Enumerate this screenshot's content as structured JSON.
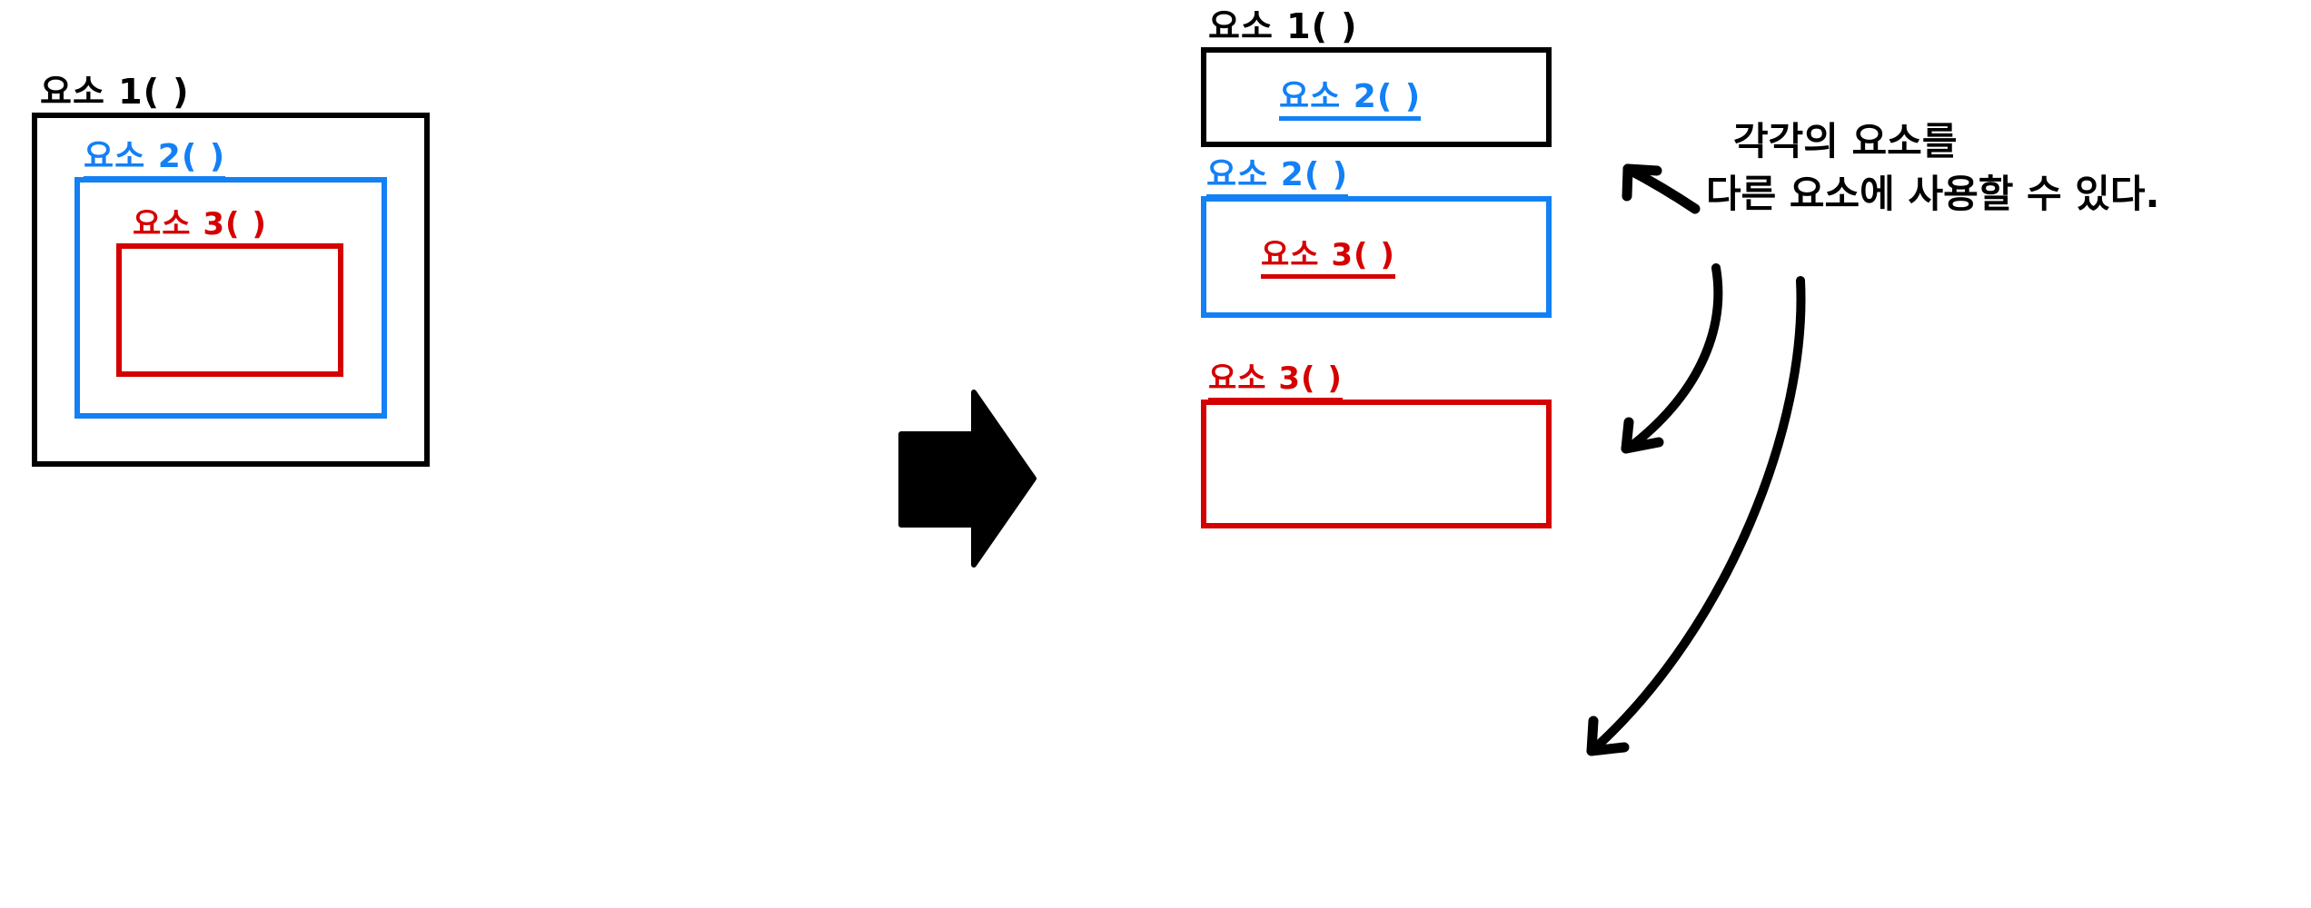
{
  "palette": {
    "black": "#000000",
    "blue": "#1380f5",
    "red": "#d50000",
    "background": "#ffffff"
  },
  "left_diagram": {
    "title": "nested-elements",
    "boxes": [
      {
        "label": "요소 1( )",
        "color": "black",
        "level": 1
      },
      {
        "label": "요소 2( )",
        "color": "blue",
        "level": 2
      },
      {
        "label": "요소 3( )",
        "color": "red",
        "level": 3
      }
    ]
  },
  "transform_arrow": {
    "direction": "right",
    "color": "#000000"
  },
  "right_diagram": {
    "title": "separated-elements",
    "boxes": [
      {
        "label": "요소 1( )",
        "color": "black",
        "inner_label": "요소 2( )",
        "inner_color": "blue"
      },
      {
        "label": "요소 2( )",
        "color": "blue",
        "inner_label": "요소 3( )",
        "inner_color": "red"
      },
      {
        "label": "요소 3( )",
        "color": "red",
        "inner_label": "",
        "inner_color": "red"
      }
    ]
  },
  "annotation": {
    "line1": "각각의 요소를",
    "line2": "다른 요소에 사용할 수 있다.",
    "full_text": "각각의 요소를 다른 요소에 사용할 수 있다.",
    "color": "#000000",
    "pointers": [
      {
        "name": "tick-arrow-up-left",
        "target": "right-box-1"
      },
      {
        "name": "curved-arrow-to-box-2",
        "target": "right-box-2"
      },
      {
        "name": "curved-arrow-to-box-3",
        "target": "right-box-3"
      }
    ]
  }
}
